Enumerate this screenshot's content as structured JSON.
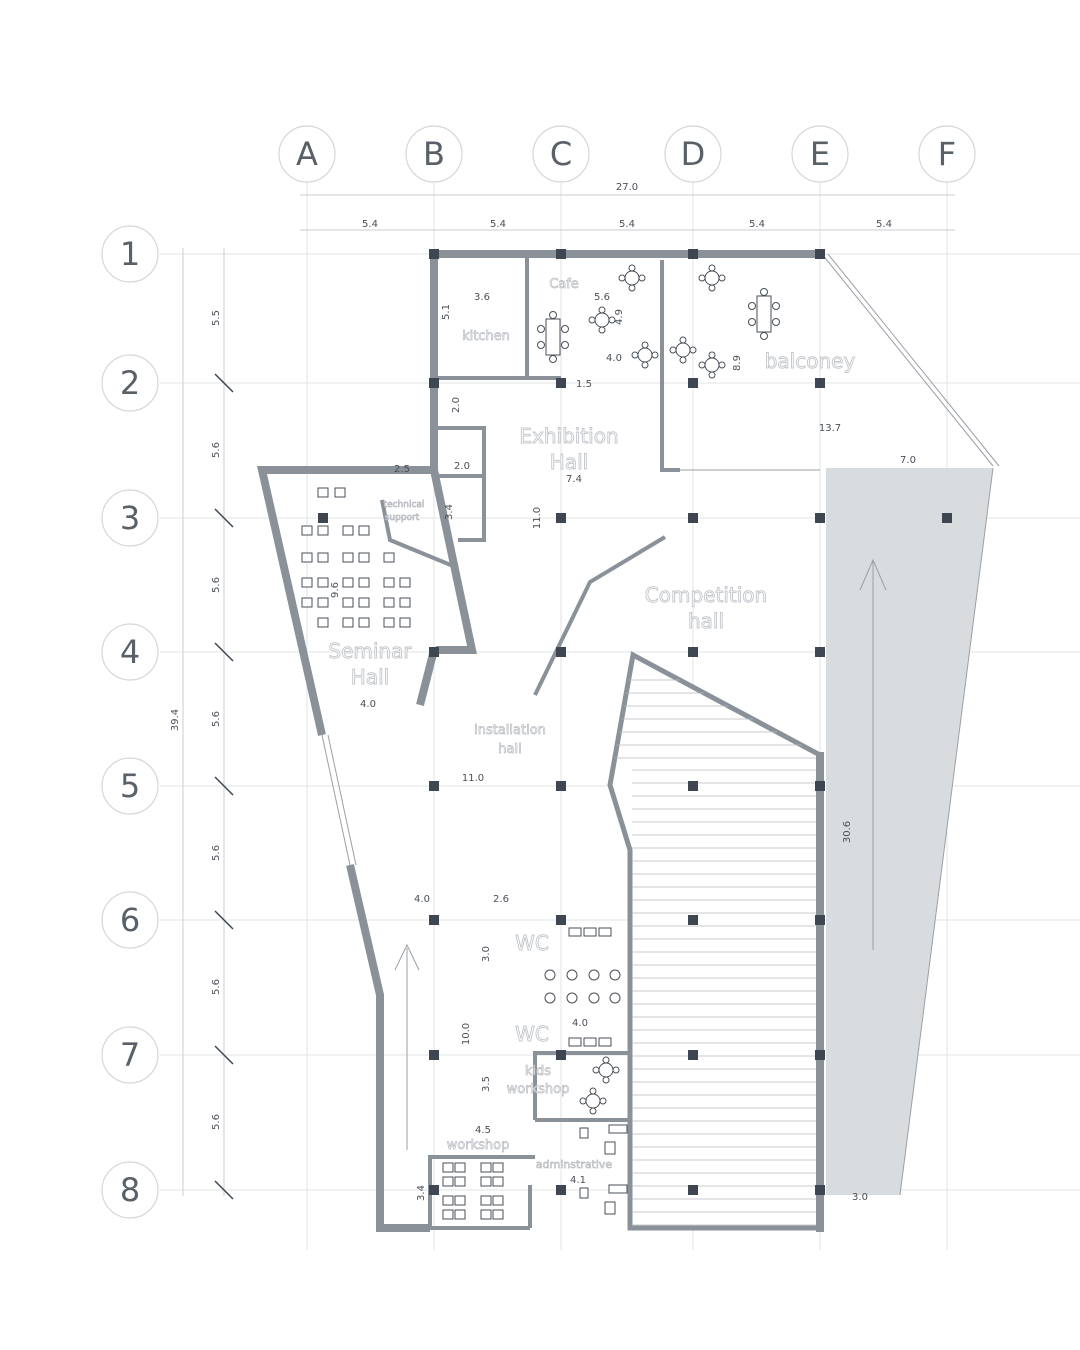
{
  "grid": {
    "columns": [
      "A",
      "B",
      "C",
      "D",
      "E",
      "F"
    ],
    "rows": [
      "1",
      "2",
      "3",
      "4",
      "5",
      "6",
      "7",
      "8"
    ]
  },
  "dimensions": {
    "overall_width": "27.0",
    "bay_widths": [
      "5.4",
      "5.4",
      "5.4",
      "5.4",
      "5.4"
    ],
    "overall_height": "39.4",
    "bay_heights": [
      "5.5",
      "5.6",
      "5.6",
      "5.6",
      "5.6",
      "5.6",
      "5.6"
    ],
    "interior": [
      "3.6",
      "5.1",
      "5.6",
      "4.9",
      "4.0",
      "1.5",
      "8.9",
      "13.7",
      "7.0",
      "2.0",
      "2.0",
      "7.4",
      "2.5",
      "3.4",
      "9.6",
      "4.0",
      "11.0",
      "11.0",
      "30.6",
      "4.0",
      "2.6",
      "3.0",
      "10.0",
      "4.0",
      "3.5",
      "4.5",
      "4.1",
      "3.4",
      "3.0"
    ]
  },
  "rooms": {
    "kitchen": "kitchen",
    "cafe": "Cafe",
    "balcony": "balconey",
    "exhibition_1": "Exhibition",
    "exhibition_2": "Hall",
    "technical_1": "technical",
    "technical_2": "support",
    "competition_1": "Competition",
    "competition_2": "hall",
    "seminar_1": "Seminar",
    "seminar_2": "Hall",
    "installation_1": "installation",
    "installation_2": "hall",
    "wc_1": "WC",
    "wc_2": "WC",
    "kids_1": "kids",
    "kids_2": "workshop",
    "workshop": "workshop",
    "administrative": "adminstrative"
  },
  "colors": {
    "wall": "#8a9199",
    "column": "#3e4751",
    "shaded_area": "#d9dcdf"
  }
}
